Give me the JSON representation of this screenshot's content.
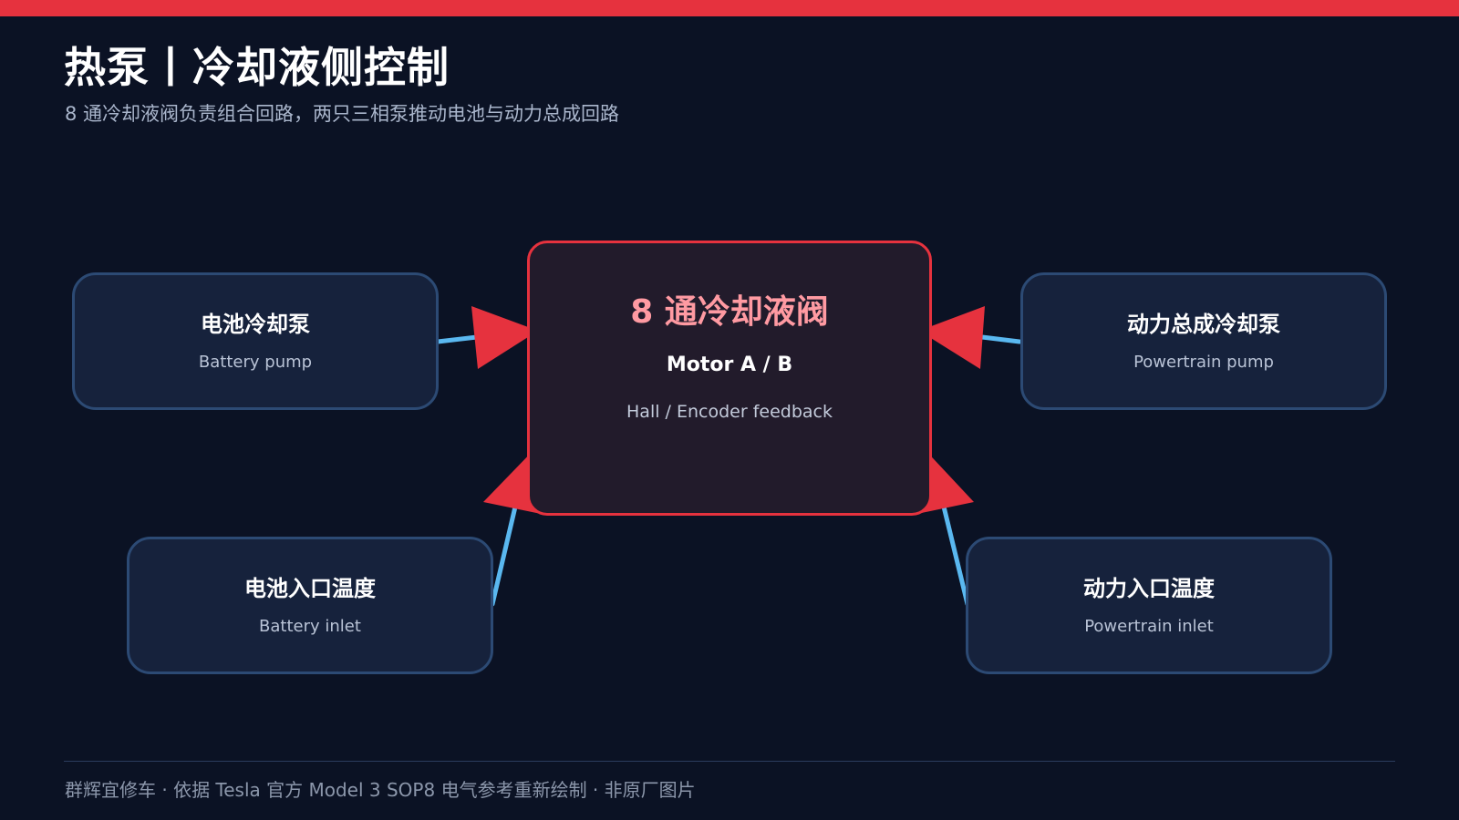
{
  "header": {
    "title": "热泵丨冷却液侧控制",
    "subtitle": "8 通冷却液阀负责组合回路，两只三相泵推动电池与动力总成回路"
  },
  "diagram": {
    "center": {
      "title": "8 通冷却液阀",
      "subtitle": "Motor A / B",
      "detail": "Hall / Encoder feedback"
    },
    "nodes": [
      {
        "id": "battery-pump",
        "title": "电池冷却泵",
        "subtitle": "Battery pump"
      },
      {
        "id": "powertrain-pump",
        "title": "动力总成冷却泵",
        "subtitle": "Powertrain pump"
      },
      {
        "id": "battery-inlet",
        "title": "电池入口温度",
        "subtitle": "Battery inlet"
      },
      {
        "id": "powertrain-inlet",
        "title": "动力入口温度",
        "subtitle": "Powertrain inlet"
      }
    ],
    "connector_color": "#5ab8f0",
    "arrow_color": "#e6323e"
  },
  "footer": {
    "text": "群辉宜修车 · 依据 Tesla 官方 Model 3 SOP8 电气参考重新绘制 · 非原厂图片"
  },
  "colors": {
    "background": "#0b1224",
    "accent": "#e6323e",
    "node_fill": "#16223c",
    "node_border": "#2c4a74",
    "center_fill": "#221b2b"
  }
}
